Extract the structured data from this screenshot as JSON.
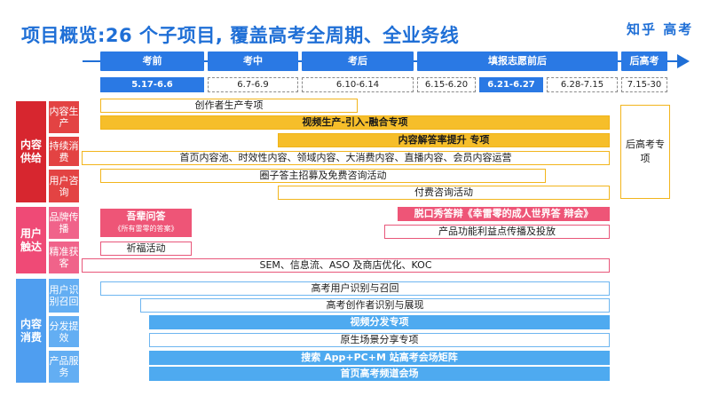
{
  "title": "项目概览:26 个子项目, 覆盖高考全周期、全业务线",
  "logo": "知乎 高考",
  "phases": [
    "考前",
    "考中",
    "考后",
    "填报志愿前后",
    "后高考"
  ],
  "dates": [
    "5.17-6.6",
    "6.7-6.9",
    "6.10-6.14",
    "6.15-6.20",
    "6.21-6.27",
    "6.28-7.15",
    "7.15-30"
  ],
  "categories": [
    {
      "label": "内容供给",
      "color": "#d7262f"
    },
    {
      "label": "用户触达",
      "color": "#ef4a76"
    },
    {
      "label": "内容消费",
      "color": "#4f9ef0"
    }
  ],
  "subcategories": [
    "内容生产",
    "持续消费",
    "用户咨询",
    "品牌传播",
    "精准获客",
    "用户识别召回",
    "分发提效",
    "产品服务"
  ],
  "bars": [
    "创作者生产专项",
    "视频生产-引入-融合专项",
    "内容解答率提升 专项",
    "首页内容池、时效性内容、领域内容、大消费内容、直播内容、会员内容运营",
    "圈子答主招募及免费咨询活动",
    "付费咨询活动",
    "脱口秀答辩《幸雷零的成人世界答 辩会》",
    "产品功能利益点传播及投放",
    "祈福活动",
    "SEM、信息流、ASO 及商店优化、KOC",
    "高考用户识别与召回",
    "高考创作者识别与展现",
    "视频分发专项",
    "原生场景分享专项",
    "搜索 App+PC+M 站高考会场矩阵",
    "首页高考频道会场"
  ],
  "post_exam": "后高考专项",
  "elders": {
    "title": "吾辈问答",
    "subtitle": "《所有雷零的答案》"
  }
}
